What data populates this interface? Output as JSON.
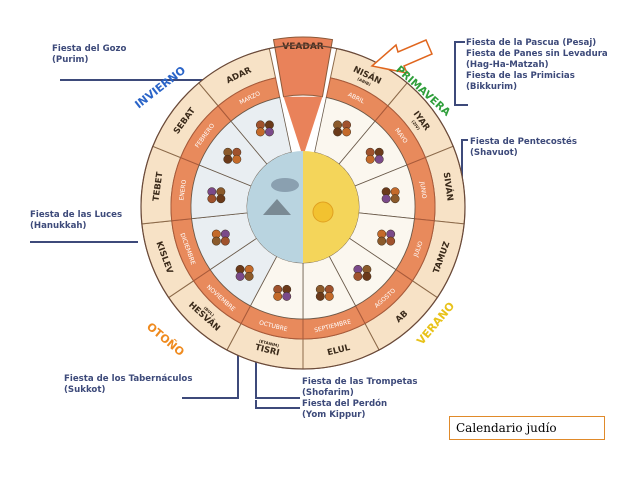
{
  "caption": "Calendario judío",
  "center": "VEADAR",
  "hebrew_months": [
    {
      "name": "NISÁN",
      "sub": "(ABIB)"
    },
    {
      "name": "IYAR",
      "sub": "(ZIV)"
    },
    {
      "name": "SIVÁN",
      "sub": ""
    },
    {
      "name": "TAMUZ",
      "sub": ""
    },
    {
      "name": "AB",
      "sub": ""
    },
    {
      "name": "ELUL",
      "sub": ""
    },
    {
      "name": "TISRI",
      "sub": "(ETANIM)"
    },
    {
      "name": "HESVÁN",
      "sub": "(BUL)"
    },
    {
      "name": "KISLEV",
      "sub": ""
    },
    {
      "name": "TEBET",
      "sub": ""
    },
    {
      "name": "SEBAT",
      "sub": ""
    },
    {
      "name": "ADAR",
      "sub": ""
    }
  ],
  "gregorian_months": [
    "ABRIL",
    "MAYO",
    "JUNIO",
    "JULIO",
    "AGOSTO",
    "SEPTIEMBRE",
    "OCTUBRE",
    "NOVIEMBRE",
    "DICIEMBRE",
    "ENERO",
    "FEBRERO",
    "MARZO"
  ],
  "seasons": {
    "primavera": {
      "label": "PRIMAVERA",
      "color": "#2e9e3a"
    },
    "verano": {
      "label": "VERANO",
      "color": "#e8c21a"
    },
    "otono": {
      "label": "OTOÑO",
      "color": "#ef8a1e"
    },
    "invierno": {
      "label": "INVIERNO",
      "color": "#2a64c8"
    }
  },
  "annotations": {
    "gozo": [
      "Fiesta del Gozo",
      "(Purim)"
    ],
    "pascua": [
      "Fiesta de la Pascua (Pesaj)",
      "Fiesta de Panes sin Levadura",
      "(Hag-Ha-Matzah)",
      "Fiesta de las Primicias",
      "(Bikkurim)"
    ],
    "pentecostes": [
      "Fiesta de Pentecostés",
      "(Shavuot)"
    ],
    "luces": [
      "Fiesta de las Luces",
      "(Hanukkah)"
    ],
    "tabernaculos": [
      "Fiesta de los Tabernáculos",
      "(Sukkot)"
    ],
    "trompetas": [
      "Fiesta de las Trompetas",
      "(Shofarim)",
      "Fiesta del Perdón",
      "(Yom Kippur)"
    ]
  },
  "colors": {
    "outer_ring": "#f7e2c6",
    "month_band": "#e88a5c",
    "veadar": "#e9825a",
    "winter_sky": "#b9d4e0",
    "summer_sun": "#f4d55a",
    "line": "#5b4a9a",
    "arrow": "#e0661e"
  }
}
